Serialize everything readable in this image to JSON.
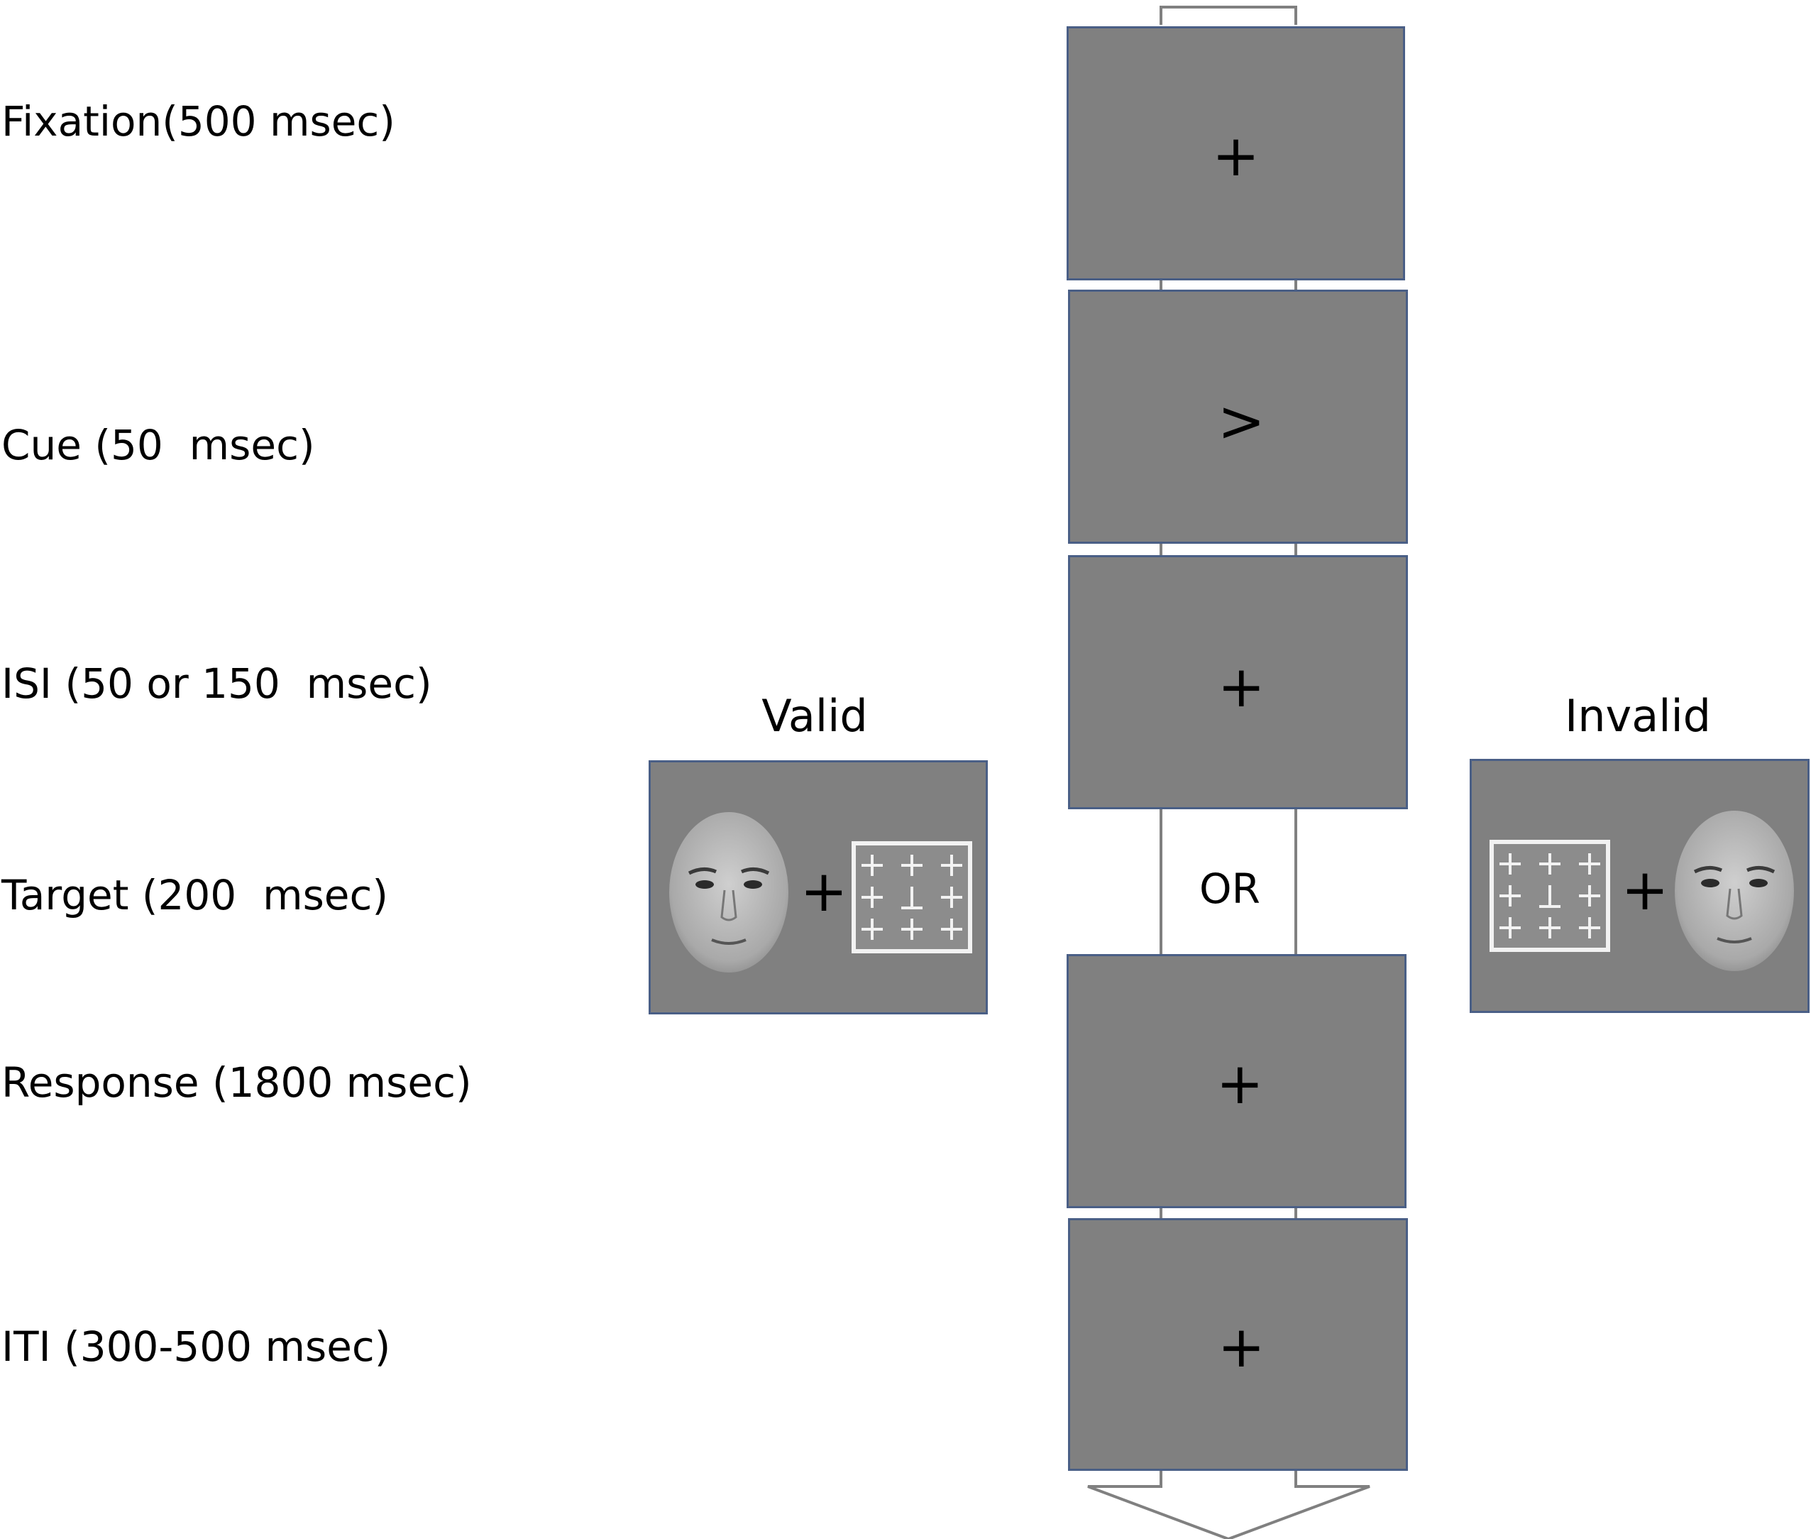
{
  "labels": {
    "fixation": "Fixation(500 msec)",
    "cue": "Cue (50  msec)",
    "isi": "ISI (50 or 150  msec)",
    "target": "Target (200  msec)",
    "response": "Response (1800 msec)",
    "iti": "ITI (300-500 msec)"
  },
  "screens": {
    "fixation_symbol": "+",
    "cue_symbol": ">",
    "isi_symbol": "+",
    "response_symbol": "+",
    "iti_symbol": "+"
  },
  "or_text": "OR",
  "valid": {
    "label": "Valid",
    "fixation": "+"
  },
  "invalid": {
    "label": "Invalid",
    "fixation": "+"
  },
  "colors": {
    "screen_fill": "#808080",
    "screen_border": "#4a5f86",
    "flow_line": "#808080"
  }
}
